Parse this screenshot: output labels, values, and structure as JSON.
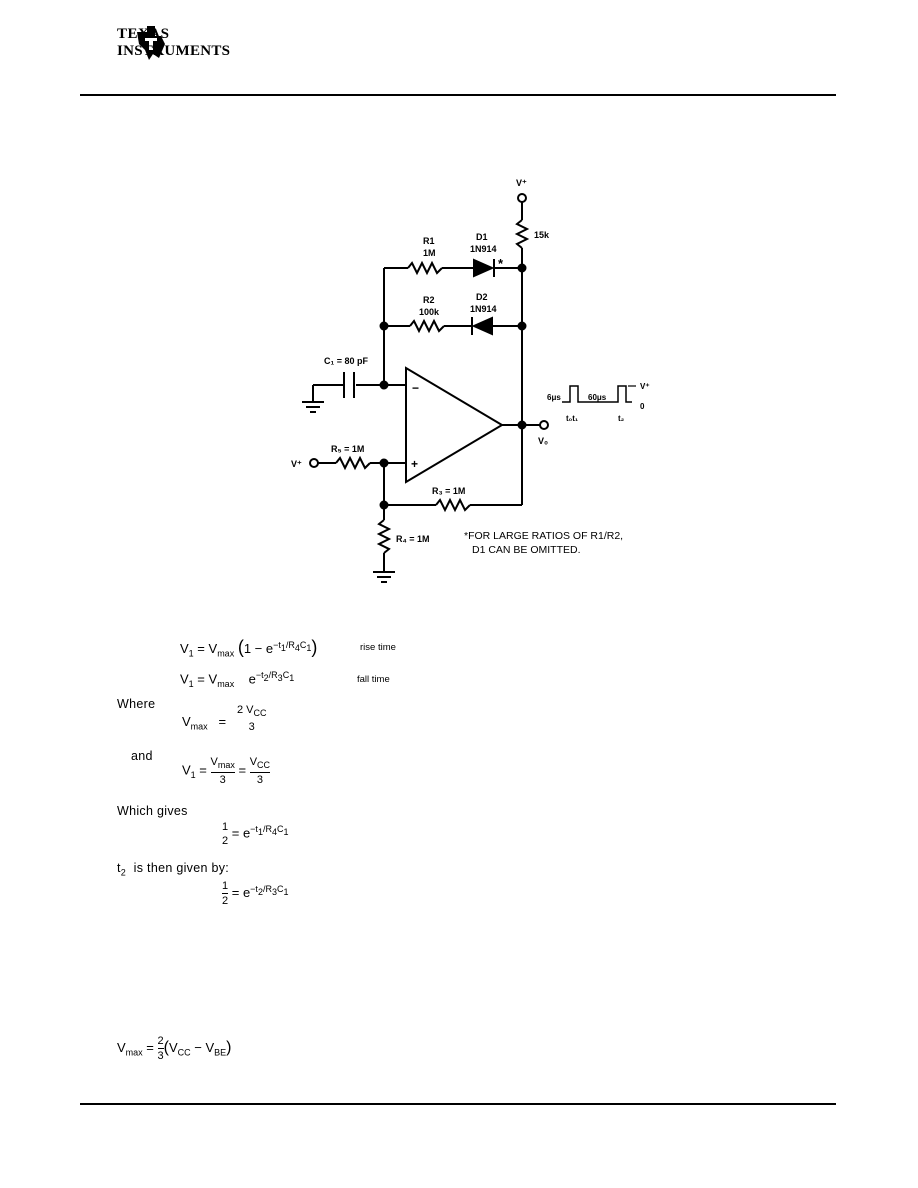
{
  "header": {
    "logo_line1": "Texas",
    "logo_line2": "Instruments"
  },
  "schematic": {
    "vplus_top": "V⁺",
    "r_15k": "15k",
    "r1_name": "R1",
    "r1_value": "1M",
    "d1_name": "D1",
    "d1_part": "1N914",
    "asterisk": "*",
    "r2_name": "R2",
    "r2_value": "100k",
    "d2_name": "D2",
    "d2_part": "1N914",
    "c1_label": "C₁ = 80 pF",
    "minus": "−",
    "plus": "+",
    "r5_label": "R₅ = 1M",
    "vplus_left": "V⁺",
    "r3_label": "R₃ = 1M",
    "r4_label": "R₄ = 1M",
    "vo_label": "V₀",
    "pulse_6us": "6μs",
    "pulse_60us": "60μs",
    "wave_vplus": "V⁺",
    "wave_zero": "0",
    "wave_t0t1": "t₀t₁",
    "wave_t2": "t₂",
    "note_line1": "*FOR LARGE RATIOS OF R1/R2,",
    "note_line2": "D1 CAN BE OMITTED."
  },
  "equations": {
    "rise_label": "rise time",
    "fall_label": "fall time",
    "where": "Where",
    "and": "and",
    "which_gives": "Which gives",
    "t2_given": "is then given by:"
  }
}
